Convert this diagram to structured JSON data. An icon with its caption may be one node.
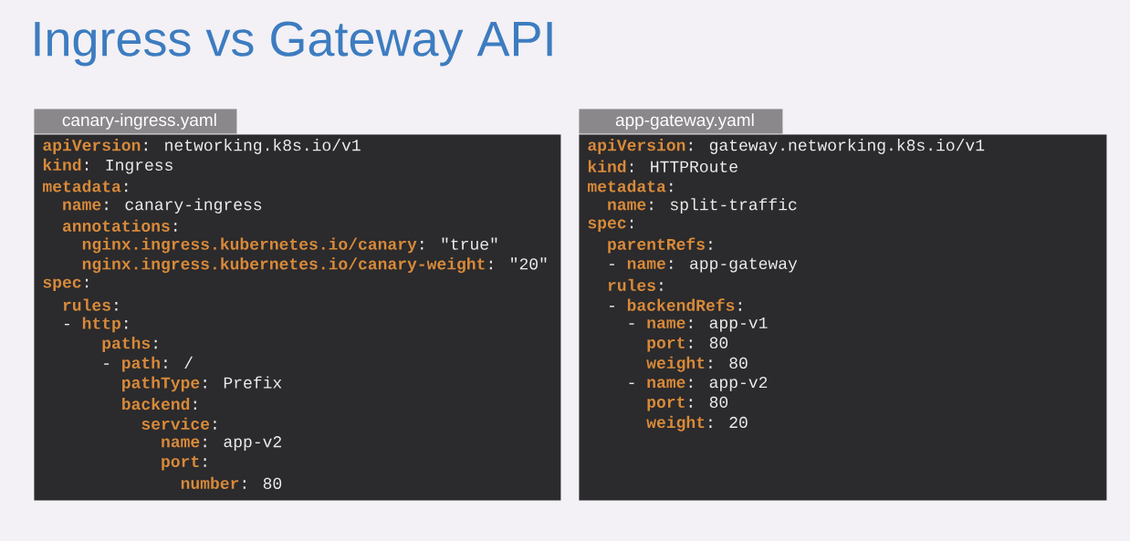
{
  "diagram": {
    "title": "Ingress vs Gateway API",
    "nodes": [
      {
        "text": [
          "canary-ingress.yaml",
          "**apiVersion**: networking.k8s.io/v1",
          "**kind**: Ingress",
          "**metadata**:",
          "**name**: canary-ingress",
          "**annotations**:",
          "**nginx.ingress.kubernetes.io/canary**: \"true\"",
          "**nginx.ingress.kubernetes.io/canary-weight**: \"20\"",
          "**spec**:",
          "**rules**:",
          "- **http**:",
          "**paths**:",
          "- **path**: /",
          "**pathType**: Prefix",
          "**backend**:",
          "**service**:",
          "**name**: app-v2",
          "**port**:",
          "**number**: 80"
        ]
      },
      {
        "text": [
          "app-gateway.yaml",
          "**apiVersion**: gateway.networking.k8s.io/v1",
          "**kind**: HTTPRoute",
          "**metadata**:",
          "**name**: split-traffic",
          "**spec**:",
          "**parentRefs**:",
          "- **name**: app-gateway",
          "**rules**:",
          "- **backendRefs**:",
          "- **name**: app-v1",
          "**port**: 80",
          "**weight**: 80",
          "- **name**: app-v2",
          "**port**: 80",
          "**weight**: 20"
        ]
      }
    ]
  }
}
